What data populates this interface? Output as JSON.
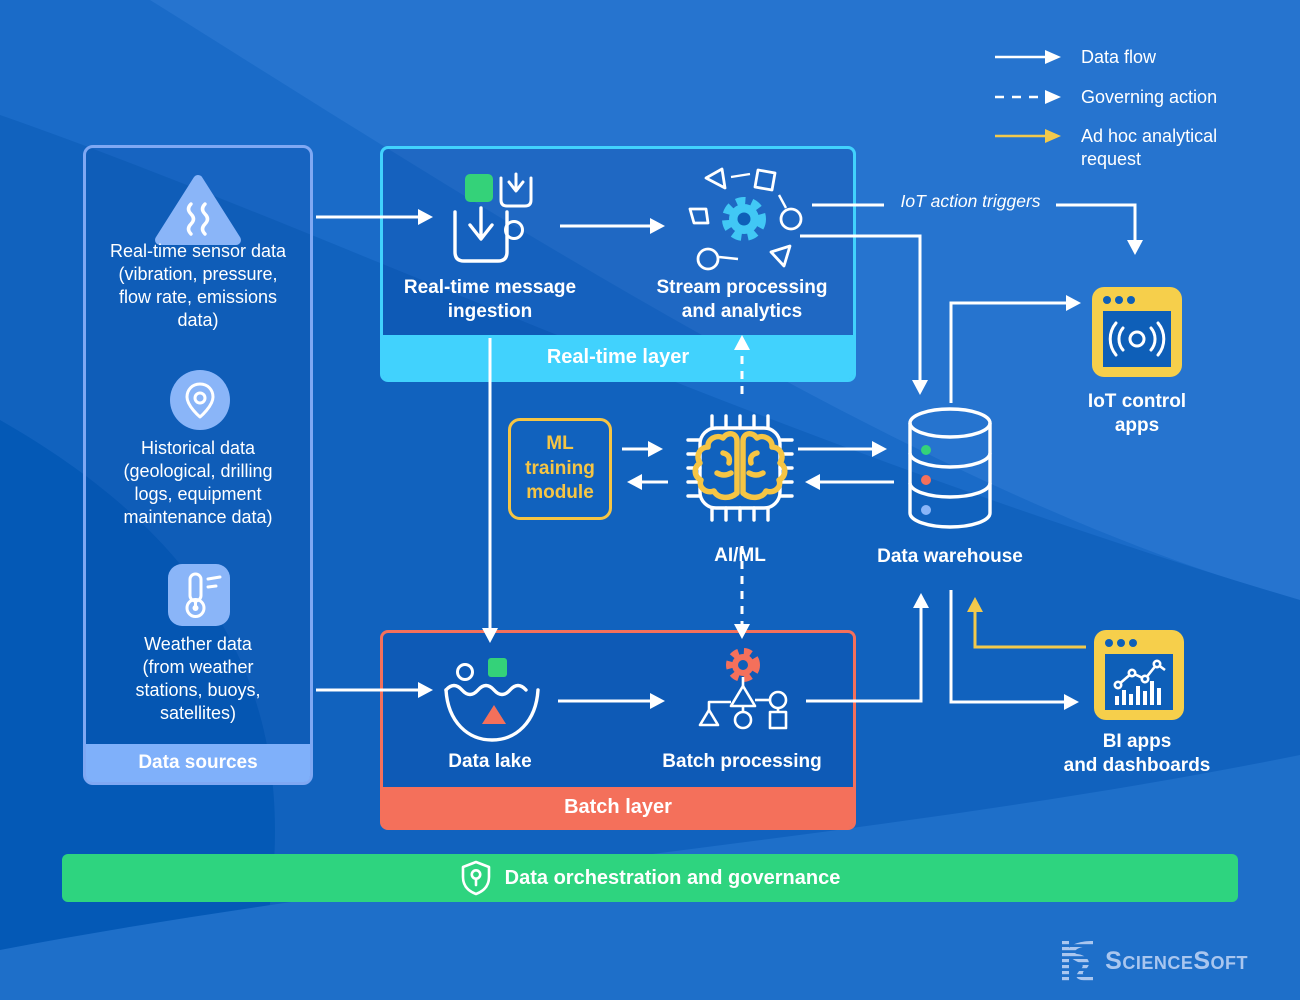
{
  "legend": {
    "items": [
      {
        "label": "Data flow",
        "style": "solid"
      },
      {
        "label": "Governing action",
        "style": "dashed"
      },
      {
        "label": "Ad hoc analytical request",
        "style": "adhoc"
      }
    ]
  },
  "data_sources": {
    "title": "Data sources",
    "items": [
      {
        "icon": "vibration-sensor-icon",
        "label": "Real-time sensor data\n(vibration, pressure,\nflow rate, emissions\ndata)"
      },
      {
        "icon": "location-pin-icon",
        "label": "Historical data\n(geological, drilling\nlogs, equipment\nmaintenance data)"
      },
      {
        "icon": "thermometer-icon",
        "label": "Weather data\n(from weather\nstations, buoys,\nsatellites)"
      }
    ]
  },
  "realtime_layer": {
    "title": "Real-time layer",
    "ingestion_label": "Real-time message\ningestion",
    "stream_label": "Stream processing\nand analytics"
  },
  "batch_layer": {
    "title": "Batch layer",
    "lake_label": "Data lake",
    "batch_label": "Batch processing"
  },
  "nodes": {
    "ml_training": "ML\ntraining\nmodule",
    "aiml": "AI/ML",
    "warehouse": "Data warehouse",
    "iot_apps": "IoT control\napps",
    "bi_apps": "BI apps\nand dashboards"
  },
  "annotations": {
    "iot_action_triggers": "IoT action triggers"
  },
  "governance_bar": {
    "label": "Data orchestration and governance"
  },
  "footer": {
    "brand_science": "Science",
    "brand_soft": "Soft"
  },
  "colors": {
    "background": "#1A6BC8",
    "realtime_accent": "#41D2FD",
    "batch_accent": "#F4705B",
    "governance_green": "#2ED47F",
    "highlight_yellow": "#F6C544",
    "source_accent": "#8AB5F8",
    "panel_border": "#7FA8F3",
    "arrow": "#FFFFFF",
    "dot_green": "#34D279",
    "dot_red": "#F4705B",
    "dot_blue": "#8AB5F8",
    "logo_blue": "#A9C6EF"
  }
}
